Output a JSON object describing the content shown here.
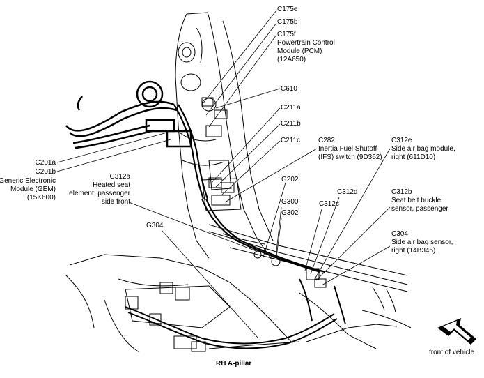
{
  "callouts": {
    "c175e": "C175e",
    "c175b": "C175b",
    "c175f": "C175f",
    "pcm": [
      "Powertrain Control",
      "Module (PCM)",
      "(12A650)"
    ],
    "c610": "C610",
    "c211a": "C211a",
    "c211b": "C211b",
    "c211c": "C211c",
    "c282": "C282",
    "ifs": [
      "Inertia Fuel Shutoff",
      "(IFS) switch (9D362)"
    ],
    "c312e": "C312e",
    "side_air_bag_module": [
      "Side air bag module,",
      "right (611D10)"
    ],
    "c201a": "C201a",
    "c201b": "C201b",
    "gem": [
      "Generic Electronic",
      "Module (GEM)",
      "(15K600)"
    ],
    "c312a": "C312a",
    "heated_seat": [
      "Heated seat",
      "element, passenger",
      "side front"
    ],
    "g202": "G202",
    "c312d": "C312d",
    "c312c": "C312c",
    "c312b": "C312b",
    "seat_belt": [
      "Seat belt buckle",
      "sensor, passenger"
    ],
    "g300": "G300",
    "g302": "G302",
    "g304": "G304",
    "c304": "C304",
    "side_air_bag_sensor": [
      "Side air bag sensor,",
      "right (14B345)"
    ]
  },
  "caption": "RH A-pillar",
  "orientation_label": "front of vehicle",
  "icons": [
    "front-direction-arrow-icon"
  ],
  "colors": {
    "ink": "#000000",
    "background": "#ffffff"
  }
}
